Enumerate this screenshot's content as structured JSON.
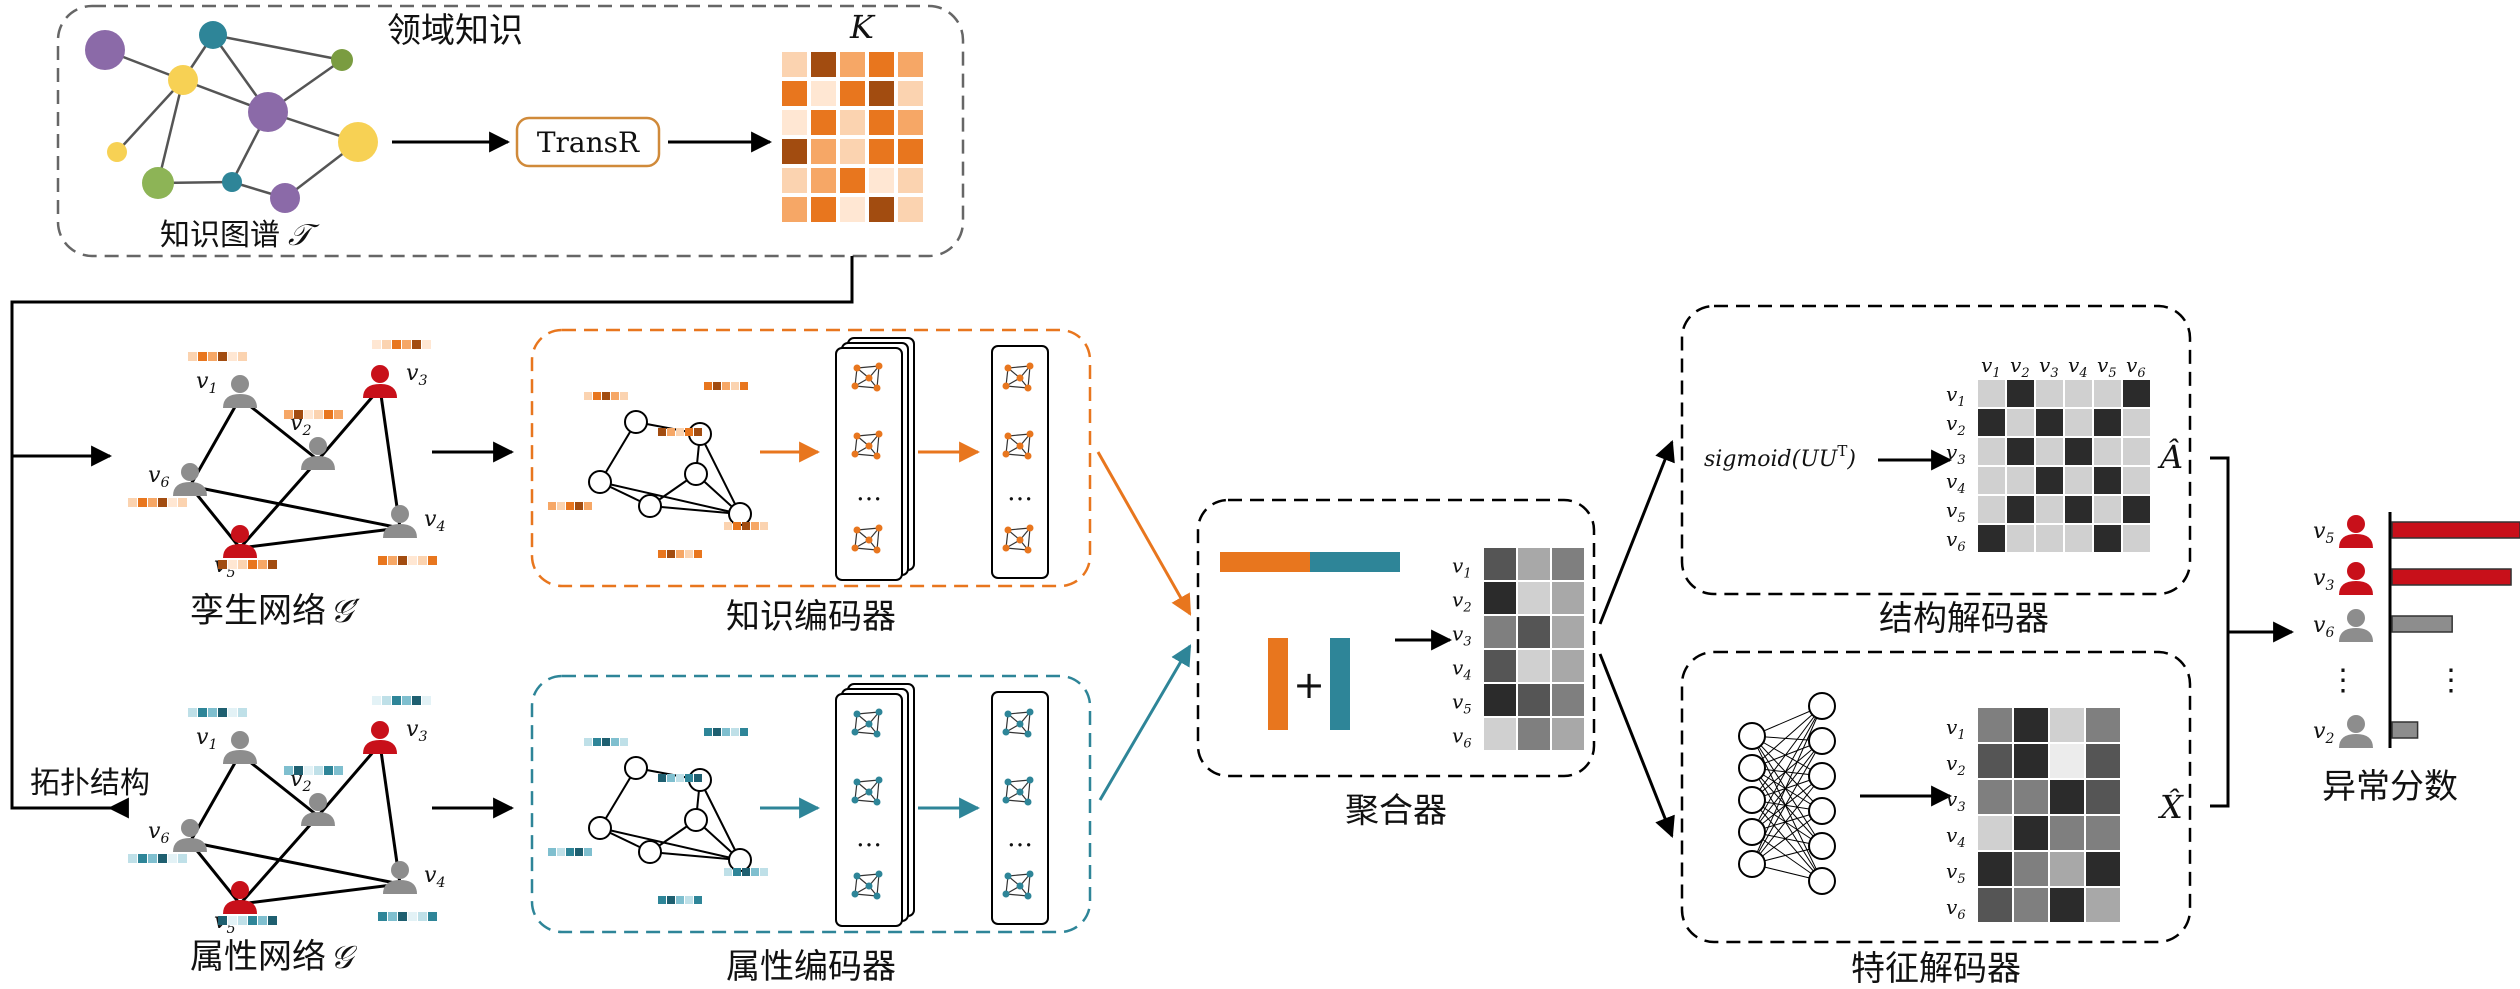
{
  "colors": {
    "orange": "#e8761e",
    "teal": "#2e8598",
    "red": "#c8101a",
    "gray": "#8a8a8a",
    "purple": "#8b6aa8",
    "yellow": "#f7d154",
    "green": "#8db456",
    "olive": "#7a9c40",
    "dash": "#555555"
  },
  "domain_knowledge": {
    "title": "领域知识",
    "kg_label": "知识图谱",
    "kg_symbol": "𝒯",
    "transr_label": "TransR",
    "matrix_label": "K"
  },
  "twin_network": {
    "label": "孪生网络",
    "symbol": "𝒢′"
  },
  "attr_network": {
    "label": "属性网络",
    "symbol": "𝒢"
  },
  "topology_label": "拓扑结构",
  "knowledge_encoder": {
    "label": "知识编码器"
  },
  "attribute_encoder": {
    "label": "属性编码器"
  },
  "aggregator": {
    "label": "聚合器",
    "plus": "+"
  },
  "structure_decoder": {
    "label": "结构解码器",
    "formula": "sigmoid(UU",
    "formula_sup": "T",
    "formula_close": ")",
    "output": "Â"
  },
  "feature_decoder": {
    "label": "特征解码器",
    "output": "X̂"
  },
  "anomaly_score": {
    "label": "异常分数",
    "dots": "⋮"
  },
  "nodes": [
    "v",
    "v",
    "v",
    "v",
    "v",
    "v"
  ],
  "node_subs": [
    "1",
    "2",
    "3",
    "4",
    "5",
    "6"
  ],
  "ranked_nodes": [
    {
      "name": "v",
      "sub": "5",
      "score": 1.0,
      "anomalous": true
    },
    {
      "name": "v",
      "sub": "3",
      "score": 0.93,
      "anomalous": true
    },
    {
      "name": "v",
      "sub": "6",
      "score": 0.47,
      "anomalous": false
    },
    {
      "name": "v",
      "sub": "2",
      "score": 0.2,
      "anomalous": false
    }
  ],
  "encoder_dots": "…"
}
